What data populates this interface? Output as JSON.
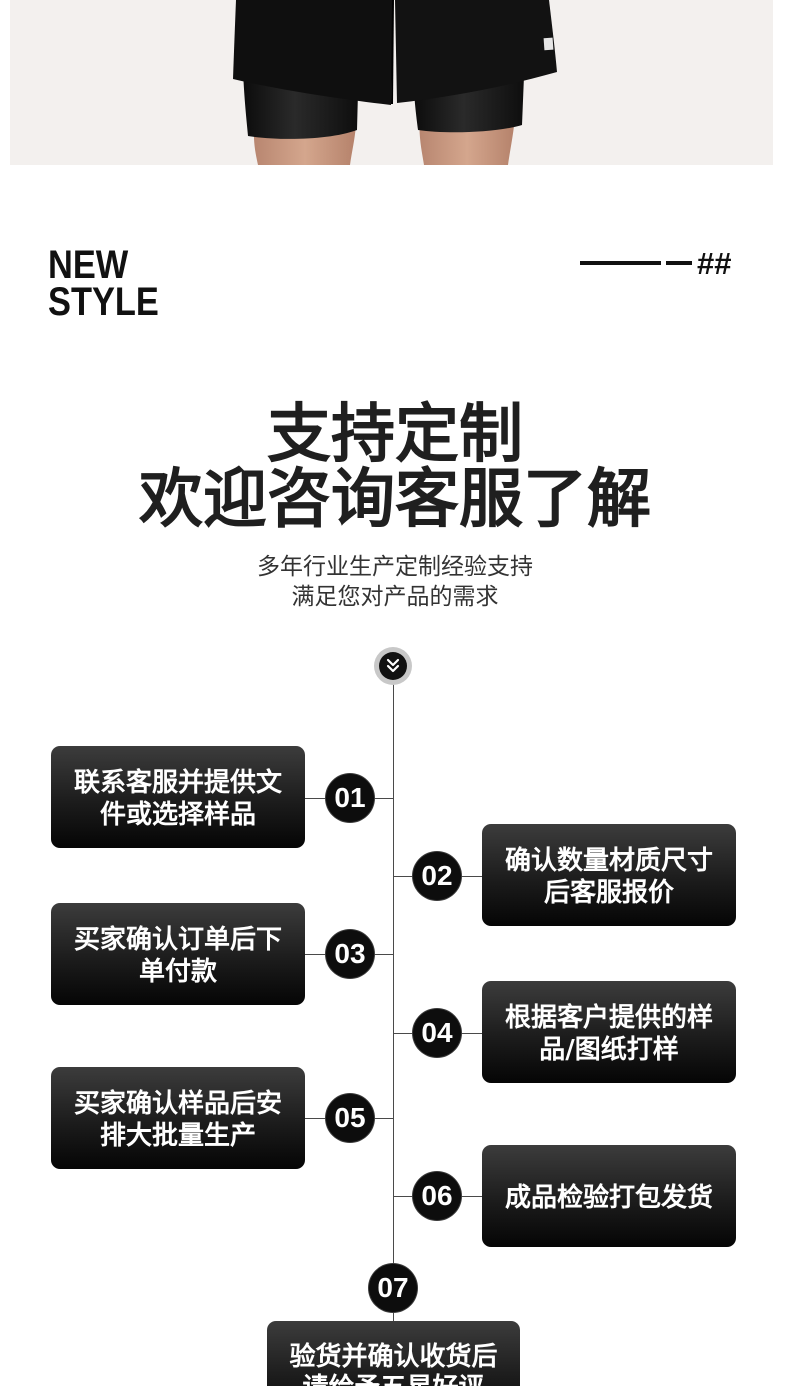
{
  "colors": {
    "text_dark": "#1f1f1f",
    "box_gradient_top": "#3c3c3c",
    "box_gradient_bottom": "#050505",
    "circle": "#0d0d0d",
    "timeline_line": "#4a4a4a",
    "photo_background": "#f3f0ee"
  },
  "header": {
    "title_line1": "NEW",
    "title_line2": "STYLE",
    "mark": "##"
  },
  "heading": {
    "line1": "支持定制",
    "line2": "欢迎咨询客服了解"
  },
  "subtitle": {
    "line1": "多年行业生产定制经验支持",
    "line2": "满足您对产品的需求"
  },
  "timeline": {
    "top_icon": "chevron-double-down-icon",
    "steps": [
      {
        "number": "01",
        "lines": [
          "联系客服并提供文",
          "件或选择样品"
        ]
      },
      {
        "number": "02",
        "lines": [
          "确认数量材质尺寸",
          "后客服报价"
        ]
      },
      {
        "number": "03",
        "lines": [
          "买家确认订单后下",
          "单付款"
        ]
      },
      {
        "number": "04",
        "lines": [
          "根据客户提供的样",
          "品/图纸打样"
        ]
      },
      {
        "number": "05",
        "lines": [
          "买家确认样品后安",
          "排大批量生产"
        ]
      },
      {
        "number": "06",
        "lines": [
          "成品检验打包发货"
        ]
      },
      {
        "number": "07",
        "lines": [
          "验货并确认收货后",
          "请给予五星好评"
        ]
      }
    ]
  }
}
